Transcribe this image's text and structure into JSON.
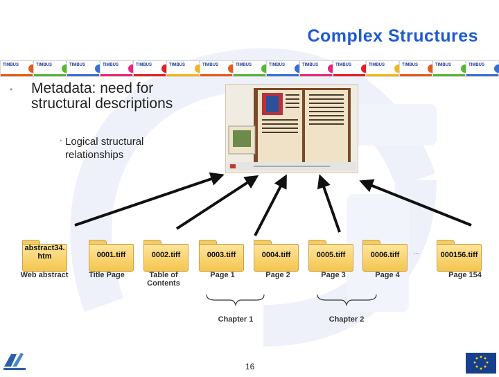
{
  "slide": {
    "title": "Complex Structures",
    "page_number": "16"
  },
  "banner": {
    "tile_label": "TIMBUS",
    "accent_colors": [
      "#e85a1c",
      "#5ab435",
      "#3a6fd6",
      "#e9267a",
      "#e21f26",
      "#f2b81a"
    ]
  },
  "bullets": {
    "main": "Metadata: need for structural descriptions",
    "sub": "Logical structural relationships"
  },
  "folders": [
    {
      "name": "abstract34. htm",
      "caption": "Web abstract"
    },
    {
      "name": "0001.tiff",
      "caption": "Title Page"
    },
    {
      "name": "0002.tiff",
      "caption": "Table of Contents"
    },
    {
      "name": "0003.tiff",
      "caption": "Page 1"
    },
    {
      "name": "0004.tiff",
      "caption": "Page 2"
    },
    {
      "name": "0005.tiff",
      "caption": "Page 3"
    },
    {
      "name": "0006.tiff",
      "caption": "Page 4"
    },
    {
      "name": "000156.tiff",
      "caption": "Page 154"
    }
  ],
  "ellipsis": "...",
  "chapters": [
    {
      "label": "Chapter 1"
    },
    {
      "label": "Chapter 2"
    }
  ],
  "icons": {
    "left_logo": "fp7-logo-icon",
    "right_logo": "eu-flag-icon",
    "background": "watermark-icon"
  }
}
